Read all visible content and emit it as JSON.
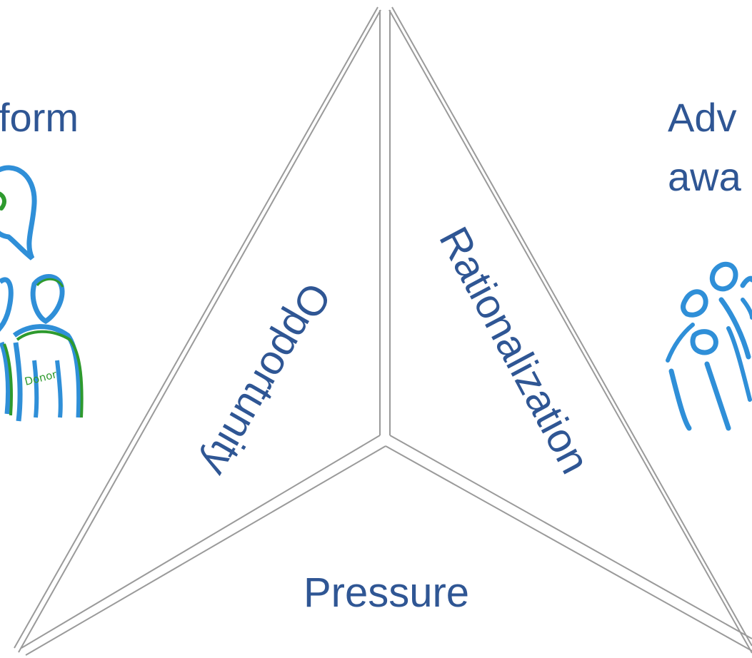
{
  "diagram": {
    "left_panel": {
      "heading": "form",
      "figure_label": "Donor"
    },
    "right_panel": {
      "heading_line1": "Adv",
      "heading_line2": "awa"
    },
    "triangle": {
      "sides": {
        "left": "Opportunity",
        "right": "Rationalization",
        "bottom": "Pressure"
      }
    },
    "colors": {
      "text": "#2f5694",
      "outline": "#9a9a9a",
      "sketch_blue": "#2f8fd8",
      "sketch_green": "#2e9a2e"
    },
    "icons": [
      "people-speech-bubble-sketch",
      "group-of-people-sketch"
    ]
  }
}
